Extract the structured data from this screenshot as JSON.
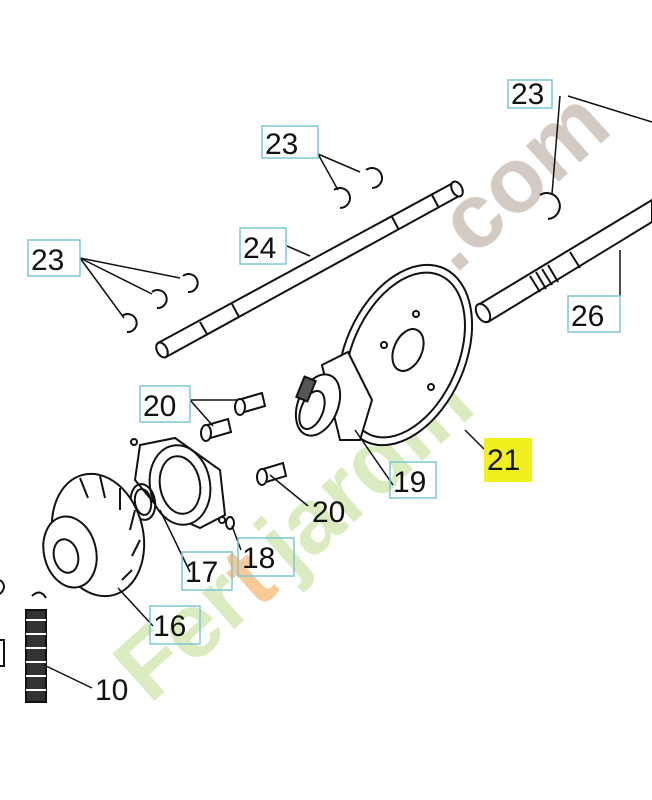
{
  "labels": {
    "l23_top": "23",
    "l23_left": "23",
    "l23_right": "23",
    "l24": "24",
    "l26": "26",
    "l20_top": "20",
    "l20_bottom": "20",
    "l21": "21",
    "l19": "19",
    "l18": "18",
    "l17": "17",
    "l16": "16",
    "l10": "10"
  },
  "watermark": {
    "part1": "Fer",
    "part2": "t",
    "part3": "jardin",
    "part4": ".com"
  },
  "colors": {
    "highlight": "#f2ef1f",
    "box_border": "#7cc7d6",
    "watermark_green": "#d6eab8",
    "watermark_orange": "#f6c58c",
    "watermark_grey": "#cfc6bd"
  }
}
